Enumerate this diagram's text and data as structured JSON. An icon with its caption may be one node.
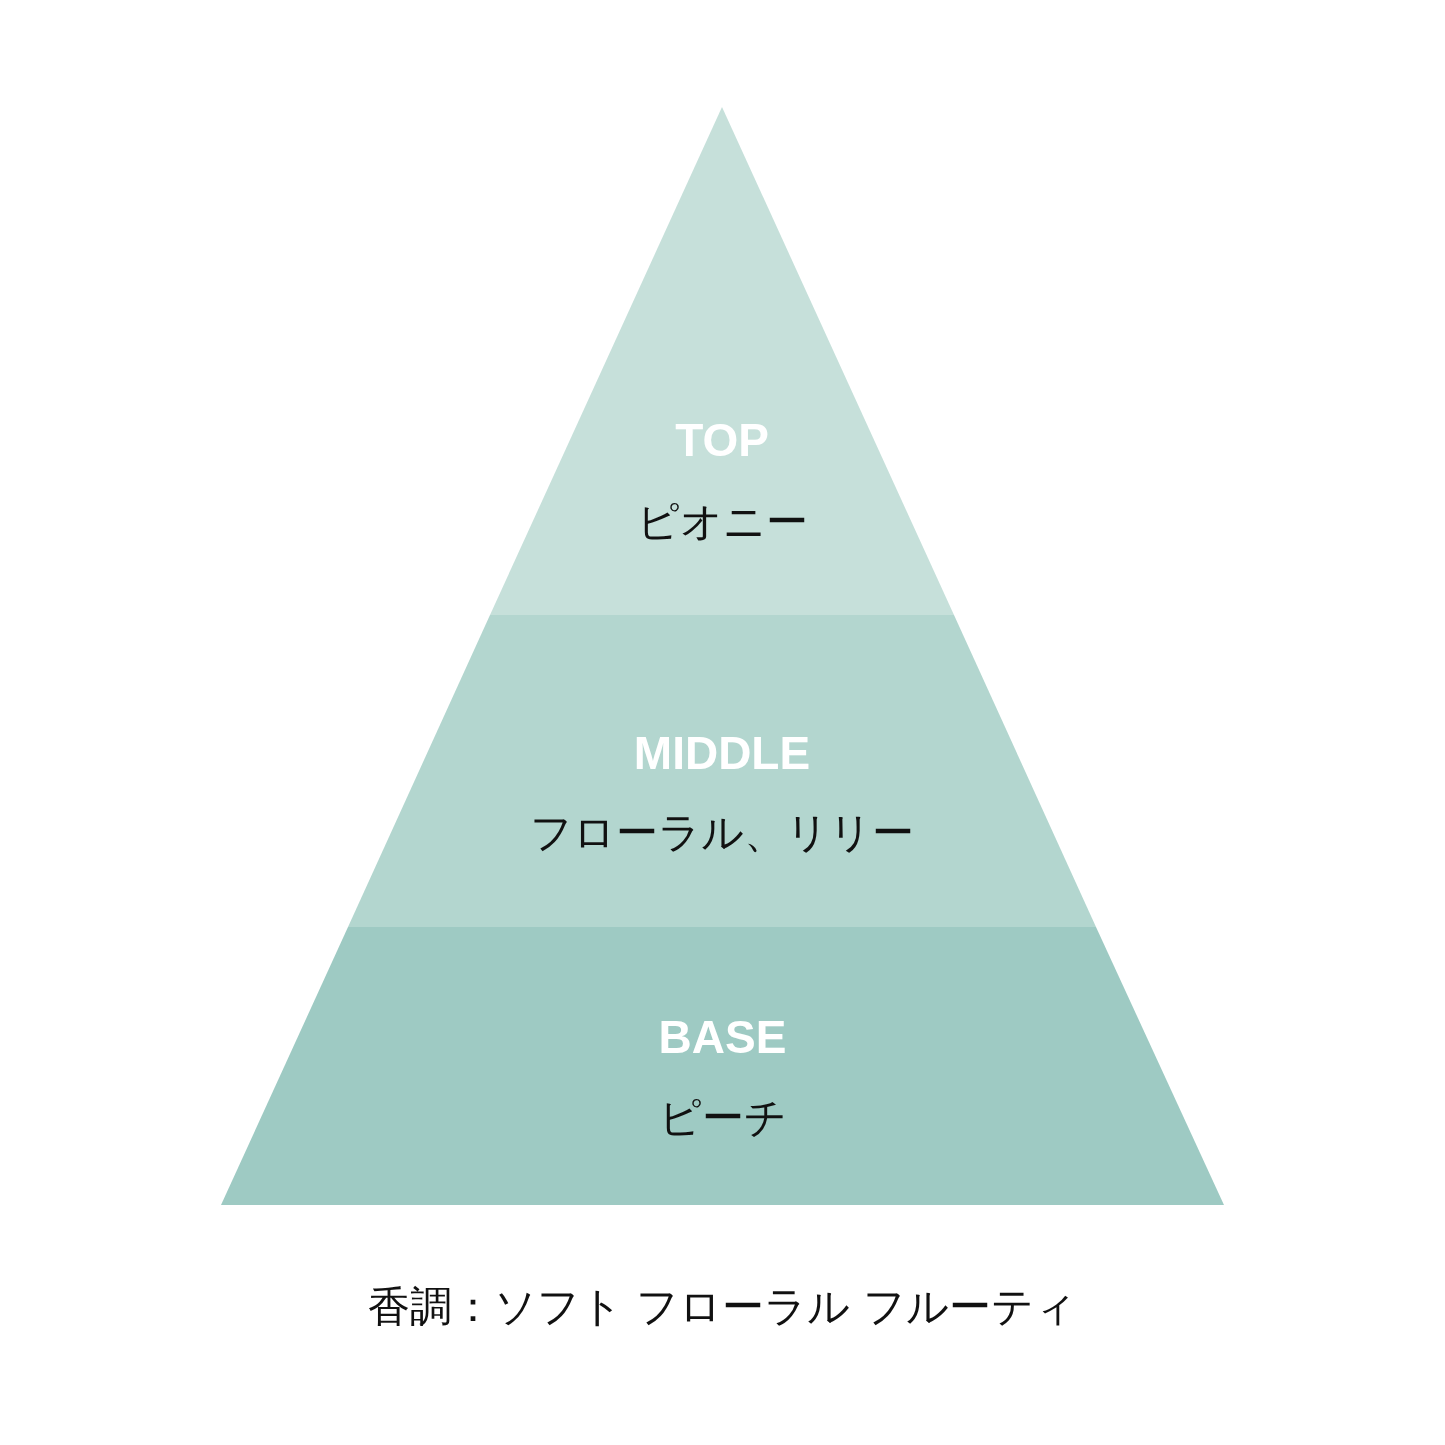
{
  "diagram": {
    "caption": "香調：ソフト フローラル フルーティ",
    "nodes": [
      {
        "text": [
          "TOP",
          "ピオニー"
        ]
      },
      {
        "text": [
          "MIDDLE",
          "フローラル、リリー"
        ]
      },
      {
        "text": [
          "BASE",
          "ピーチ"
        ]
      }
    ]
  }
}
